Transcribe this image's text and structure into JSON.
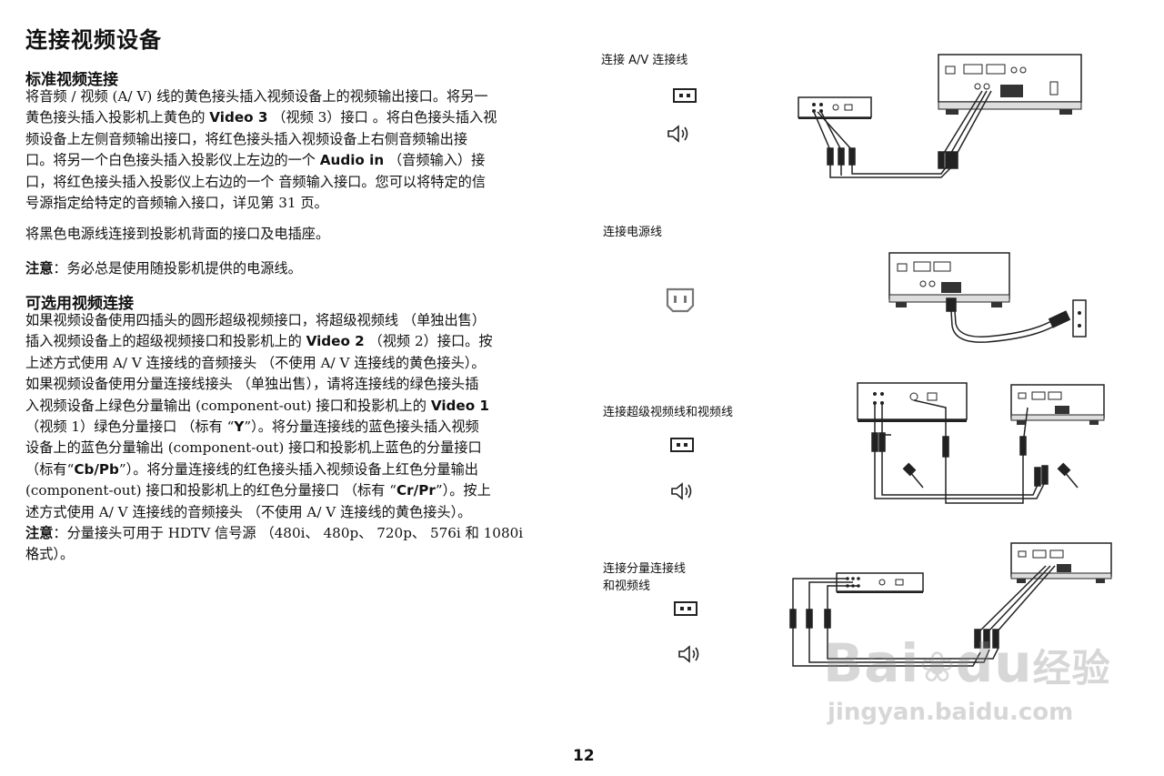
{
  "title": "连接视频设备",
  "sections": {
    "standard": {
      "heading": "标准视频连接",
      "p1": [
        "将音频 /  视频 (A/ V) 线的黄色接头插入视频设备上的视频输出接口。将另一",
        [
          "黄色接头插入投影机上黄色的 ",
          "Video 3",
          " （视频 3）接口 。将白色接头插入视"
        ],
        "频设备上左侧音频输出接口，将红色接头插入视频设备上右侧音频输出接",
        [
          "口。将另一个白色接头插入投影仪上左边的一个 ",
          "Audio in",
          " （音频输入）接"
        ],
        "口，将红色接头插入投影仪上右边的一个 音频输入接口。您可以将特定的信",
        "号源指定给特定的音频输入接口，详见第  31 页。"
      ],
      "p2": "将黑色电源线连接到投影机背面的接口及电插座。",
      "note_label": "注意",
      "note_text": "：务必总是使用随投影机提供的电源线。"
    },
    "optional": {
      "heading": "可选用视频连接",
      "lines": [
        "如果视频设备使用四插头的圆形超级视频接口，将超级视频线 （单独出售）",
        [
          "插入视频设备上的超级视频接口和投影机上的 ",
          "Video 2",
          " （视频 2）接口。按"
        ],
        "上述方式使用 A/ V 连接线的音频接头 （不使用 A/ V 连接线的黄色接头）。",
        "如果视频设备使用分量连接线接头 （单独出售），请将连接线的绿色接头插",
        [
          "入视频设备上绿色分量输出 (component-out) 接口和投影机上的 ",
          "Video 1",
          ""
        ],
        [
          "（视频 1）绿色分量接口 （标有 “",
          "Y",
          "”）。将分量连接线的蓝色接头插入视频"
        ],
        "设备上的蓝色分量输出 (component-out) 接口和投影机上蓝色的分量接口",
        [
          "（标有“",
          "Cb/Pb",
          "”）。将分量连接线的红色接头插入视频设备上红色分量输出"
        ],
        [
          "(component-out) 接口和投影机上的红色分量接口 （标有 “",
          "Cr/Pr",
          "”）。按上"
        ],
        "述方式使用 A/ V 连接线的音频接头 （不使用 A/ V 连接线的黄色接头）。"
      ],
      "note_label": "注意",
      "note_lines": [
        "：分量接头可用于 HDTV 信号源 （480i、 480p、 720p、 576i 和 1080i",
        "格式）。"
      ]
    }
  },
  "captions": {
    "av": "连接 A/V 连接线",
    "power": "连接电源线",
    "svideo": "连接超级视频线和视频线",
    "component_1": "连接分量连接线",
    "component_2": "和视频线"
  },
  "page_number": "12",
  "watermark": {
    "brand": "Bai",
    "brand_tail": "du",
    "brand_cn": "经验",
    "url": "jingyan.baidu.com"
  },
  "icons": [
    "video-jack-icon",
    "speaker-icon",
    "power-socket-icon"
  ]
}
